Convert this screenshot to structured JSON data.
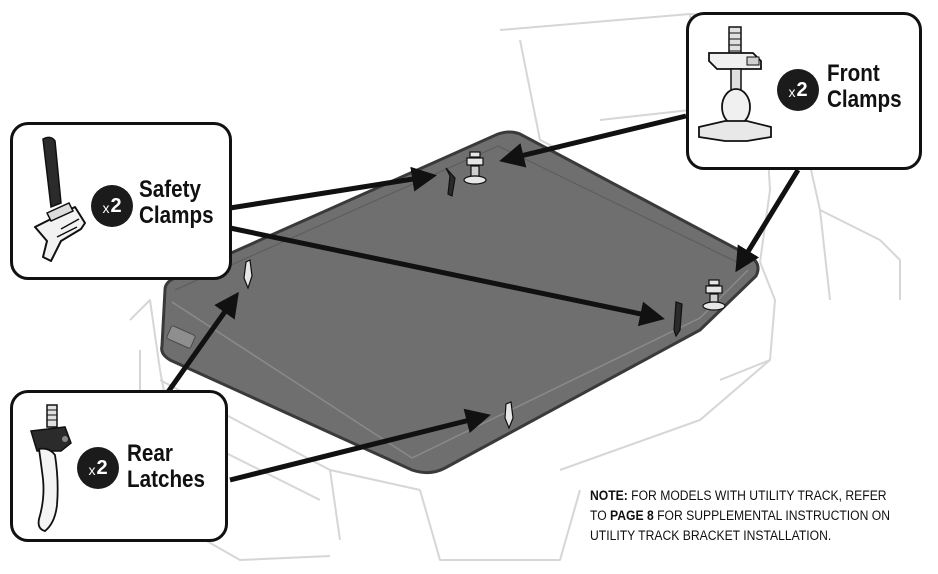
{
  "callouts": {
    "safety_clamps": {
      "qty_prefix": "x",
      "qty": "2",
      "label_line1": "Safety",
      "label_line2": "Clamps"
    },
    "front_clamps": {
      "qty_prefix": "x",
      "qty": "2",
      "label_line1": "Front",
      "label_line2": "Clamps"
    },
    "rear_latches": {
      "qty_prefix": "x",
      "qty": "2",
      "label_line1": "Rear",
      "label_line2": "Latches"
    }
  },
  "note": {
    "lead": "NOTE:",
    "text_1": " FOR MODELS WITH UTILITY TRACK, REFER TO ",
    "page_ref": "PAGE 8",
    "text_2": " FOR SUPPLEMENTAL INSTRUCTION ON UTILITY TRACK BRACKET INSTALLATION."
  },
  "colors": {
    "cover_fill": "#6f6f6f",
    "cover_edge": "#3a3a3a",
    "truck_outline": "#d6d6d6",
    "badge": "#1b1b1b",
    "arrow": "#111111"
  },
  "icons": [
    "truck-outline",
    "tonneau-cover",
    "safety-clamp-icon",
    "front-clamp-icon",
    "rear-latch-icon"
  ]
}
